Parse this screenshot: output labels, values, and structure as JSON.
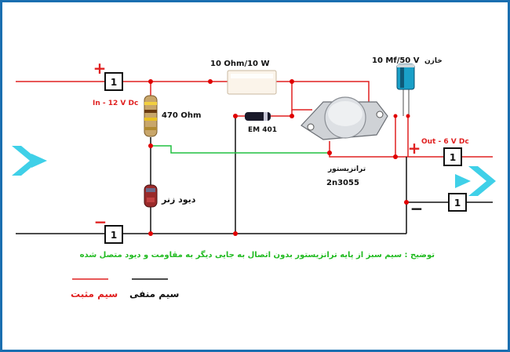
{
  "labels": {
    "input": "In - 12 V Dc",
    "output": "Out - 6 V Dc",
    "resistor_main": "10 Ohm/10 W",
    "resistor_470": "470 Ohm",
    "diode_em": "EM 401",
    "capacitor": "10 Mf/50 V",
    "capacitor_fa": "خازن",
    "transistor_fa": "ترانزیستور",
    "transistor_part": "2n3055",
    "zener_fa": "دیود زنر",
    "note": "توضیح : سیم سبز از پایه ترانزیستور بدون اتصال به جایی دیگر به مقاومت و دیود متصل شده",
    "legend_positive": "سیم مثبت",
    "legend_negative": "سیم منفی"
  },
  "terminals": {
    "in_pos": "1",
    "in_neg": "1",
    "out_pos": "1",
    "out_neg": "1"
  },
  "signs": {
    "in_plus": "+",
    "in_minus": "−",
    "out_plus": "+",
    "out_minus": "−"
  },
  "colors": {
    "positive_wire": "#e02020",
    "negative_wire": "#111111",
    "signal_wire": "#20c040",
    "arrow": "#3fd0e8",
    "frame": "#1a6fb0",
    "node": "#e00000",
    "note_text": "#22bb22"
  }
}
